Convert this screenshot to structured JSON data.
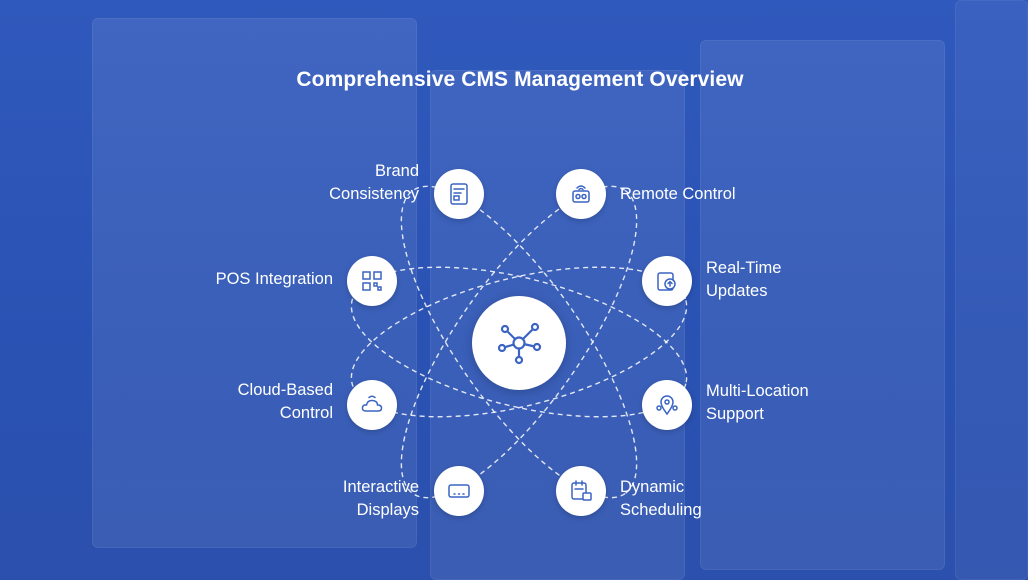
{
  "title": "Comprehensive CMS Management Overview",
  "hub": {
    "icon": "network-hub-icon"
  },
  "nodes": [
    {
      "id": "brand",
      "label_lines": [
        "Brand",
        "Consistency"
      ],
      "icon": "brand-card-icon"
    },
    {
      "id": "remote",
      "label_lines": [
        "Remote Control"
      ],
      "icon": "remote-control-icon"
    },
    {
      "id": "pos",
      "label_lines": [
        "POS Integration"
      ],
      "icon": "qr-code-icon"
    },
    {
      "id": "realtime",
      "label_lines": [
        "Real-Time",
        "Updates"
      ],
      "icon": "update-sync-icon"
    },
    {
      "id": "cloud",
      "label_lines": [
        "Cloud-Based",
        "Control"
      ],
      "icon": "cloud-icon"
    },
    {
      "id": "multi",
      "label_lines": [
        "Multi-Location",
        "Support"
      ],
      "icon": "location-pins-icon"
    },
    {
      "id": "interactive",
      "label_lines": [
        "Interactive",
        "Displays"
      ],
      "icon": "display-screen-icon"
    },
    {
      "id": "dynamic",
      "label_lines": [
        "Dynamic",
        "Scheduling"
      ],
      "icon": "calendar-schedule-icon"
    }
  ],
  "colors": {
    "background": "#2d56b8",
    "node": "#ffffff",
    "icon_stroke": "#3a64c4",
    "orbit": "#ffffff"
  }
}
